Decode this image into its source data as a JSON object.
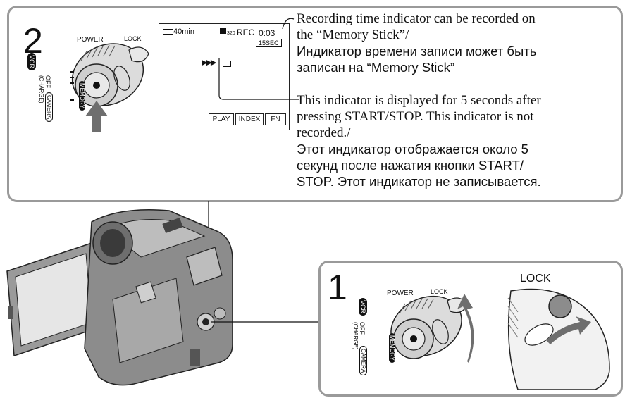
{
  "step2": {
    "number": "2",
    "dial": {
      "power_label": "POWER",
      "lock_label": "LOCK",
      "vcr_label": "VCR",
      "off_label": "OFF",
      "charge_label": "(CHARGE)",
      "camera_label": "CAMERA",
      "memory_label": "MEMORY"
    },
    "lcd": {
      "battery": "40min",
      "mode": "REC",
      "image_size": "320",
      "time": "0:03",
      "seconds_box": "15SEC",
      "arrows": "▶▶▶",
      "buttons": [
        "PLAY",
        "INDEX",
        "FN"
      ]
    },
    "note1_en_1": "Recording time indicator can be recorded on",
    "note1_en_2": "the “Memory Stick”/",
    "note1_ru_1": "Индикатор времени записи может быть",
    "note1_ru_2": "записан на “Memory Stick”",
    "note2_en_1": "This indicator is displayed for 5 seconds after",
    "note2_en_2": "pressing START/STOP. This indicator is not",
    "note2_en_3": "recorded./",
    "note2_ru_1": "Этот индикатор отображается около 5",
    "note2_ru_2": "секунд после нажатия кнопки START/",
    "note2_ru_3": "STOP. Этот индикатор не записывается."
  },
  "step1": {
    "number": "1",
    "dial": {
      "power_label": "POWER",
      "lock_label": "LOCK",
      "vcr_label": "VCR",
      "off_label": "OFF",
      "charge_label": "(CHARGE)",
      "camera_label": "CAMERA",
      "memory_label": "MEMORY"
    },
    "lock_closeup_label": "LOCK"
  },
  "colors": {
    "panel_border": "#9a9a9a",
    "camera_body": "#8c8c8c",
    "arrow": "#6e6e6e"
  }
}
